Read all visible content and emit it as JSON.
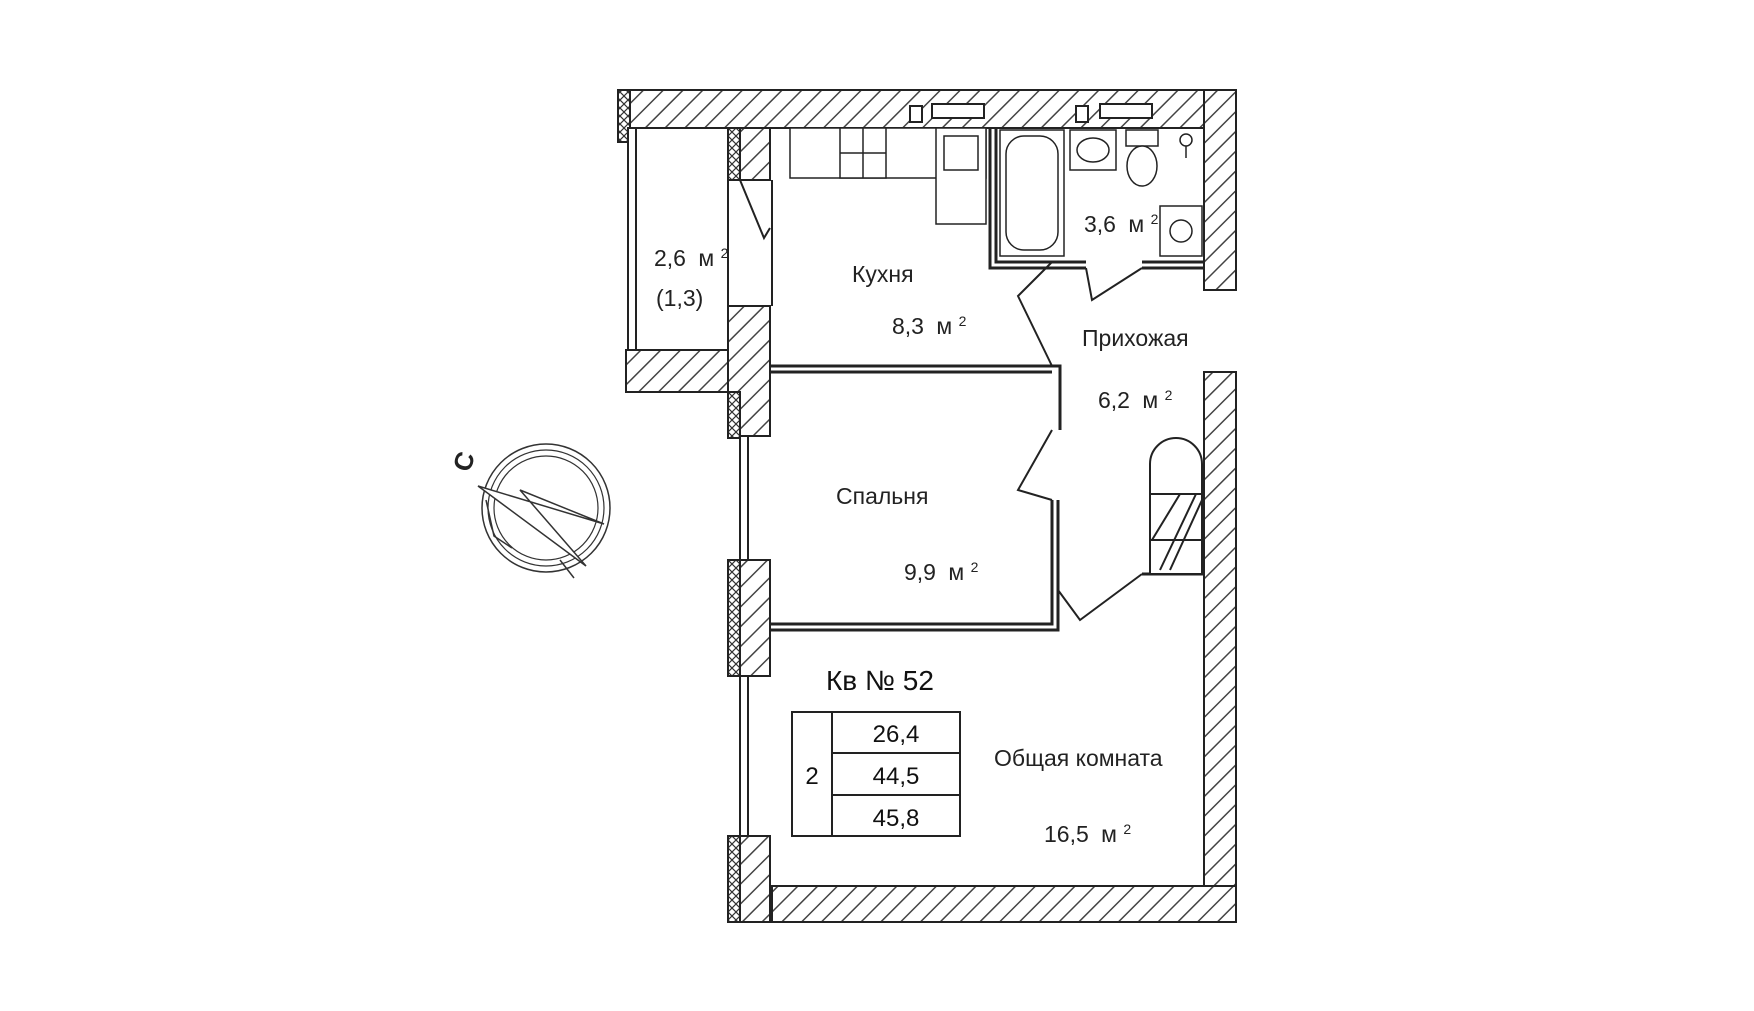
{
  "apartment": {
    "title": "Кв № 52",
    "rooms_count": "2",
    "areas": [
      "26,4",
      "44,5",
      "45,8"
    ]
  },
  "rooms": {
    "balcony": {
      "area": "2,6",
      "unit": "м",
      "coef": "(1,3)"
    },
    "kitchen": {
      "name": "Кухня",
      "area": "8,3",
      "unit": "м"
    },
    "bathroom": {
      "area": "3,6",
      "unit": "м"
    },
    "hallway": {
      "name": "Прихожая",
      "area": "6,2",
      "unit": "м"
    },
    "bedroom": {
      "name": "Спальня",
      "area": "9,9",
      "unit": "м"
    },
    "living": {
      "name": "Общая комната",
      "area": "16,5",
      "unit": "м"
    }
  },
  "sup": "2",
  "compass": {
    "label": "С"
  },
  "colors": {
    "line": "#222222",
    "hatch": "#444444",
    "background": "#ffffff"
  }
}
